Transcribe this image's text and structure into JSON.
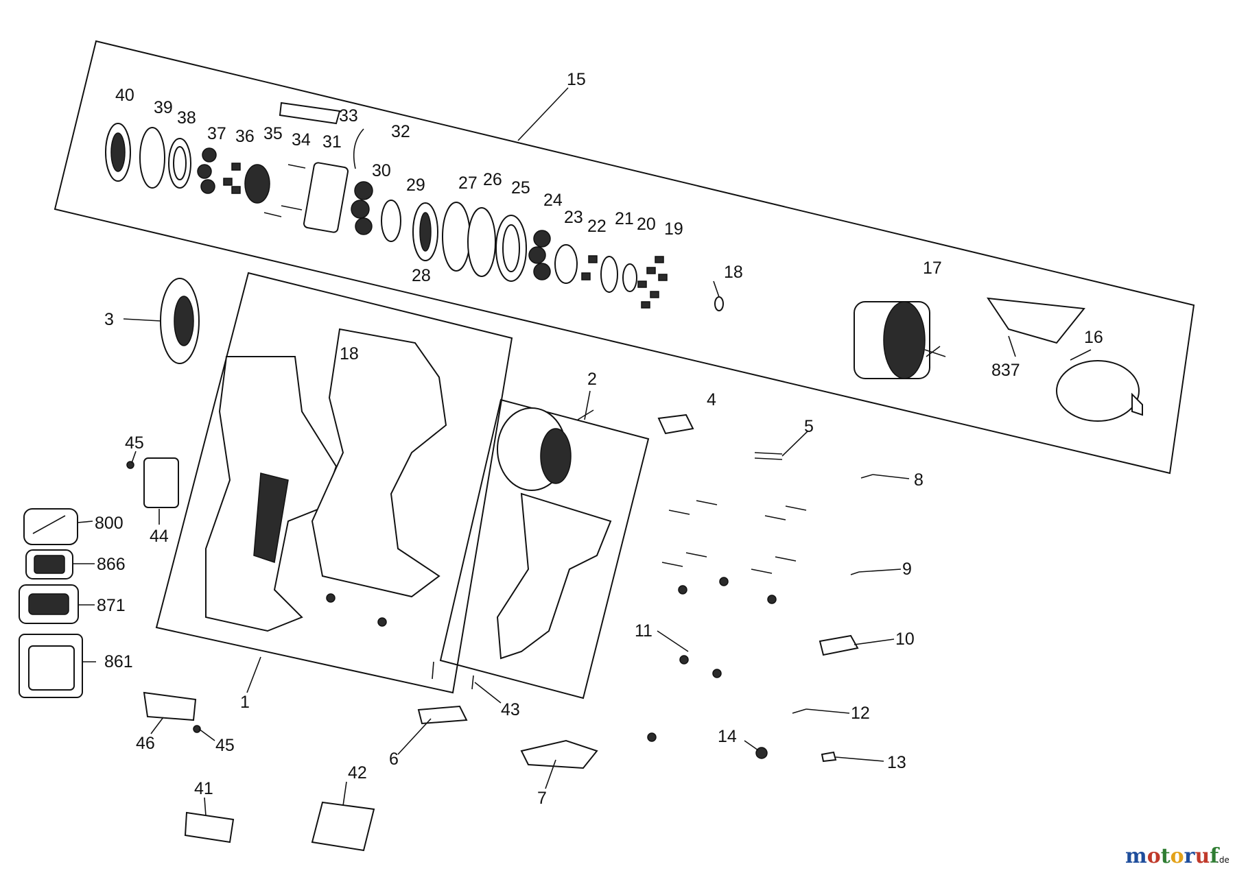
{
  "diagram": {
    "labels": {
      "p1": "1",
      "p2": "2",
      "p3": "3",
      "p4": "4",
      "p5": "5",
      "p6": "6",
      "p7": "7",
      "p8": "8",
      "p9": "9",
      "p10": "10",
      "p11": "11",
      "p12": "12",
      "p13": "13",
      "p14": "14",
      "p15": "15",
      "p16": "16",
      "p17": "17",
      "p18": "18",
      "p18b": "18",
      "p19": "19",
      "p20": "20",
      "p21": "21",
      "p22": "22",
      "p23": "23",
      "p24": "24",
      "p25": "25",
      "p26": "26",
      "p27": "27",
      "p28": "28",
      "p29": "29",
      "p30": "30",
      "p31": "31",
      "p32": "32",
      "p33": "33",
      "p34": "34",
      "p35": "35",
      "p36": "36",
      "p37": "37",
      "p38": "38",
      "p39": "39",
      "p40": "40",
      "p41": "41",
      "p42": "42",
      "p43": "43",
      "p44": "44",
      "p45a": "45",
      "p45b": "45",
      "p46": "46",
      "p800": "800",
      "p837": "837",
      "p861": "861",
      "p866": "866",
      "p871": "871"
    }
  },
  "watermark": {
    "brand": "motoruf",
    "tld": ".de",
    "colors": {
      "m": "#1f4e9c",
      "o1": "#c03a2b",
      "t": "#2f7d32",
      "o2": "#e3a21a",
      "r": "#1f4e9c",
      "u": "#c03a2b",
      "f": "#2f7d32"
    }
  }
}
